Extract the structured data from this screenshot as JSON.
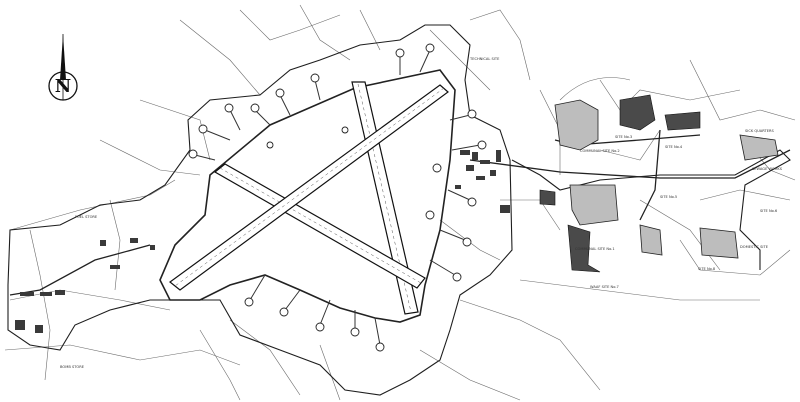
{
  "map": {
    "site_labels": [
      "COMMUNAL SITE No.2",
      "SITE No.3",
      "SITE No.4",
      "SITE No.5",
      "SITE No.6",
      "SEWAGE WORKS",
      "SICK QUARTERS",
      "COMMUNAL SITE No.1",
      "WAAF SITE No.7",
      "SITE No.8",
      "DOMESTIC SITE",
      "TECHNICAL SITE",
      "BOMB STORE",
      "FUEL STORE"
    ],
    "compass": {
      "letter": "N",
      "icon": "north-arrow-icon"
    },
    "colors": {
      "ink": "#1e1e1e",
      "paper": "#ffffff"
    }
  }
}
